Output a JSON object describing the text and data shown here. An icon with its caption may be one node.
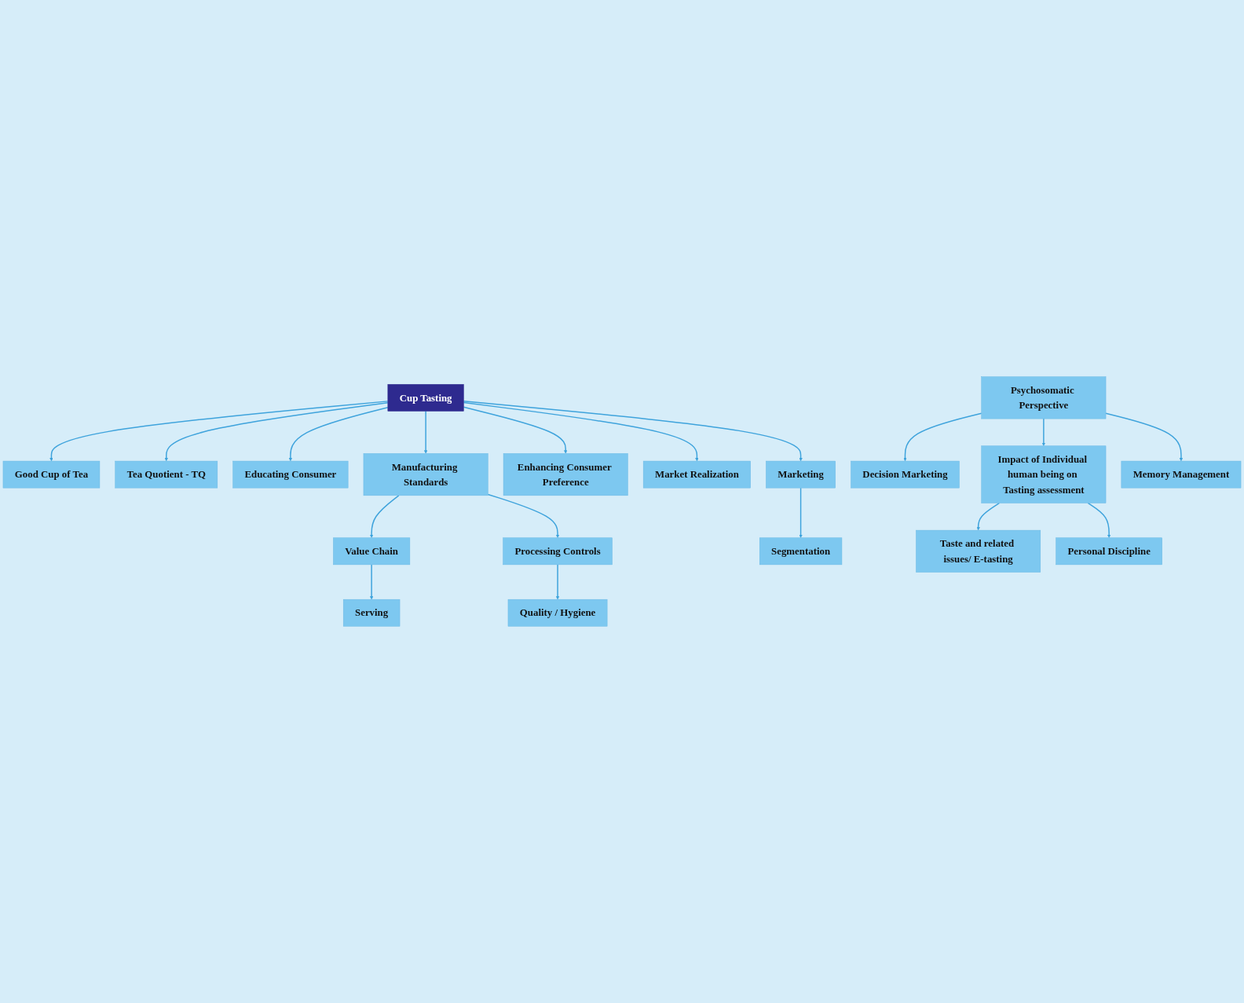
{
  "diagram": {
    "nodes": [
      {
        "text": [
          "Serving"
        ]
      },
      {
        "text": [
          "Good Cup of Tea"
        ]
      },
      {
        "text": [
          "Tea Quotient - TQ"
        ]
      },
      {
        "text": [
          "Value Chain"
        ]
      },
      {
        "text": [
          "Educating Consumer"
        ]
      },
      {
        "text": [
          "Manufacturing Standards"
        ]
      },
      {
        "text": [
          "Cup Tasting"
        ]
      },
      {
        "text": [
          "Enhancing Consumer Preference"
        ]
      },
      {
        "text": [
          "Processing Controls"
        ]
      },
      {
        "text": [
          "Market Realization"
        ]
      },
      {
        "text": [
          "Marketing"
        ]
      },
      {
        "text": [
          "Quality / Hygiene"
        ]
      },
      {
        "text": [
          "Psychosomatic Perspective"
        ]
      },
      {
        "text": [
          "Segmentation"
        ]
      },
      {
        "text": [
          "Decision Marketing"
        ]
      },
      {
        "text": [
          "Impact of Individual human being on Tasting assessment"
        ]
      },
      {
        "text": [
          "Memory Management"
        ]
      },
      {
        "text": [
          "Taste and related issues/ E-tasting"
        ]
      },
      {
        "text": [
          "Personal Discipline"
        ]
      }
    ],
    "edges": [
      {
        "from": 3,
        "to": 0,
        "arrow": "to"
      },
      {
        "from": 6,
        "to": 1,
        "arrow": "to"
      },
      {
        "from": 6,
        "to": 2,
        "arrow": "to"
      },
      {
        "from": 6,
        "to": 4,
        "arrow": "to"
      },
      {
        "from": 6,
        "to": 5,
        "arrow": "to"
      },
      {
        "from": 5,
        "to": 3,
        "arrow": "to"
      },
      {
        "from": 5,
        "to": 8,
        "arrow": "to"
      },
      {
        "from": 6,
        "to": 7,
        "arrow": "to"
      },
      {
        "from": 6,
        "to": 9,
        "arrow": "to"
      },
      {
        "from": 6,
        "to": 10,
        "arrow": "to"
      },
      {
        "from": 8,
        "to": 11,
        "arrow": "to"
      },
      {
        "from": 10,
        "to": 13,
        "arrow": "to"
      },
      {
        "from": 12,
        "to": 14,
        "arrow": "to"
      },
      {
        "from": 12,
        "to": 15,
        "arrow": "to"
      },
      {
        "from": 12,
        "to": 16,
        "arrow": "to"
      },
      {
        "from": 15,
        "to": 17,
        "arrow": "to"
      },
      {
        "from": 15,
        "to": 18,
        "arrow": "to"
      }
    ]
  }
}
